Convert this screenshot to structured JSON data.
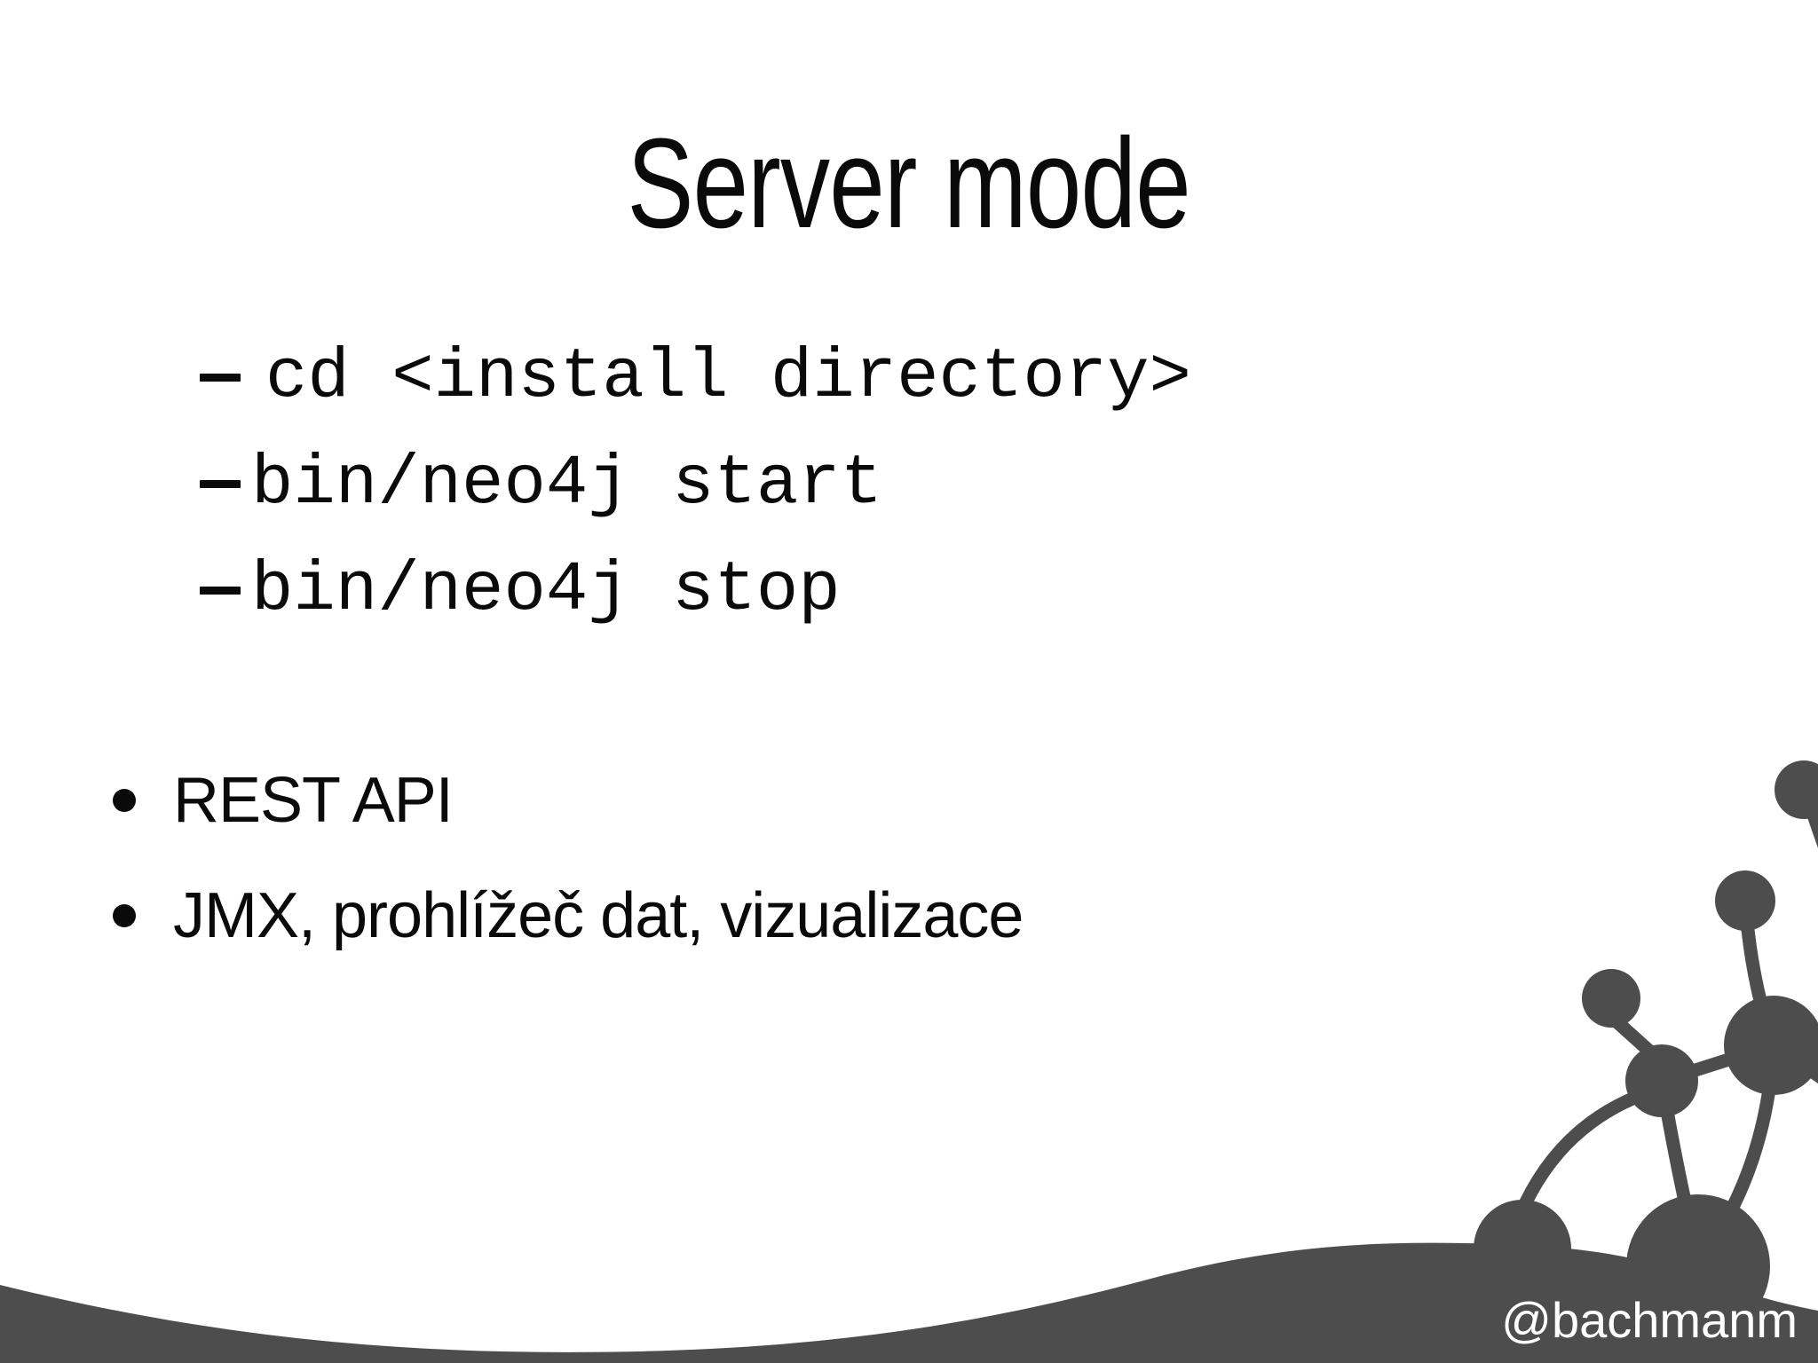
{
  "slide": {
    "title": "Server mode",
    "code_marker": "–",
    "code_items": [
      "cd <install directory>",
      "bin/neo4j start",
      "bin/neo4j stop"
    ],
    "bullet_marker": "•",
    "bullets": [
      "REST API",
      "JMX, prohlížeč dat, vizualizace"
    ],
    "handle": "@bachmanm",
    "decoration": "neo4j-style graph of connected nodes growing from a dark hill wave"
  },
  "colors": {
    "bg": "#ffffff",
    "ink": "#0a0a0a",
    "wave": "#4d4d4d",
    "handle": "#ffffff"
  }
}
